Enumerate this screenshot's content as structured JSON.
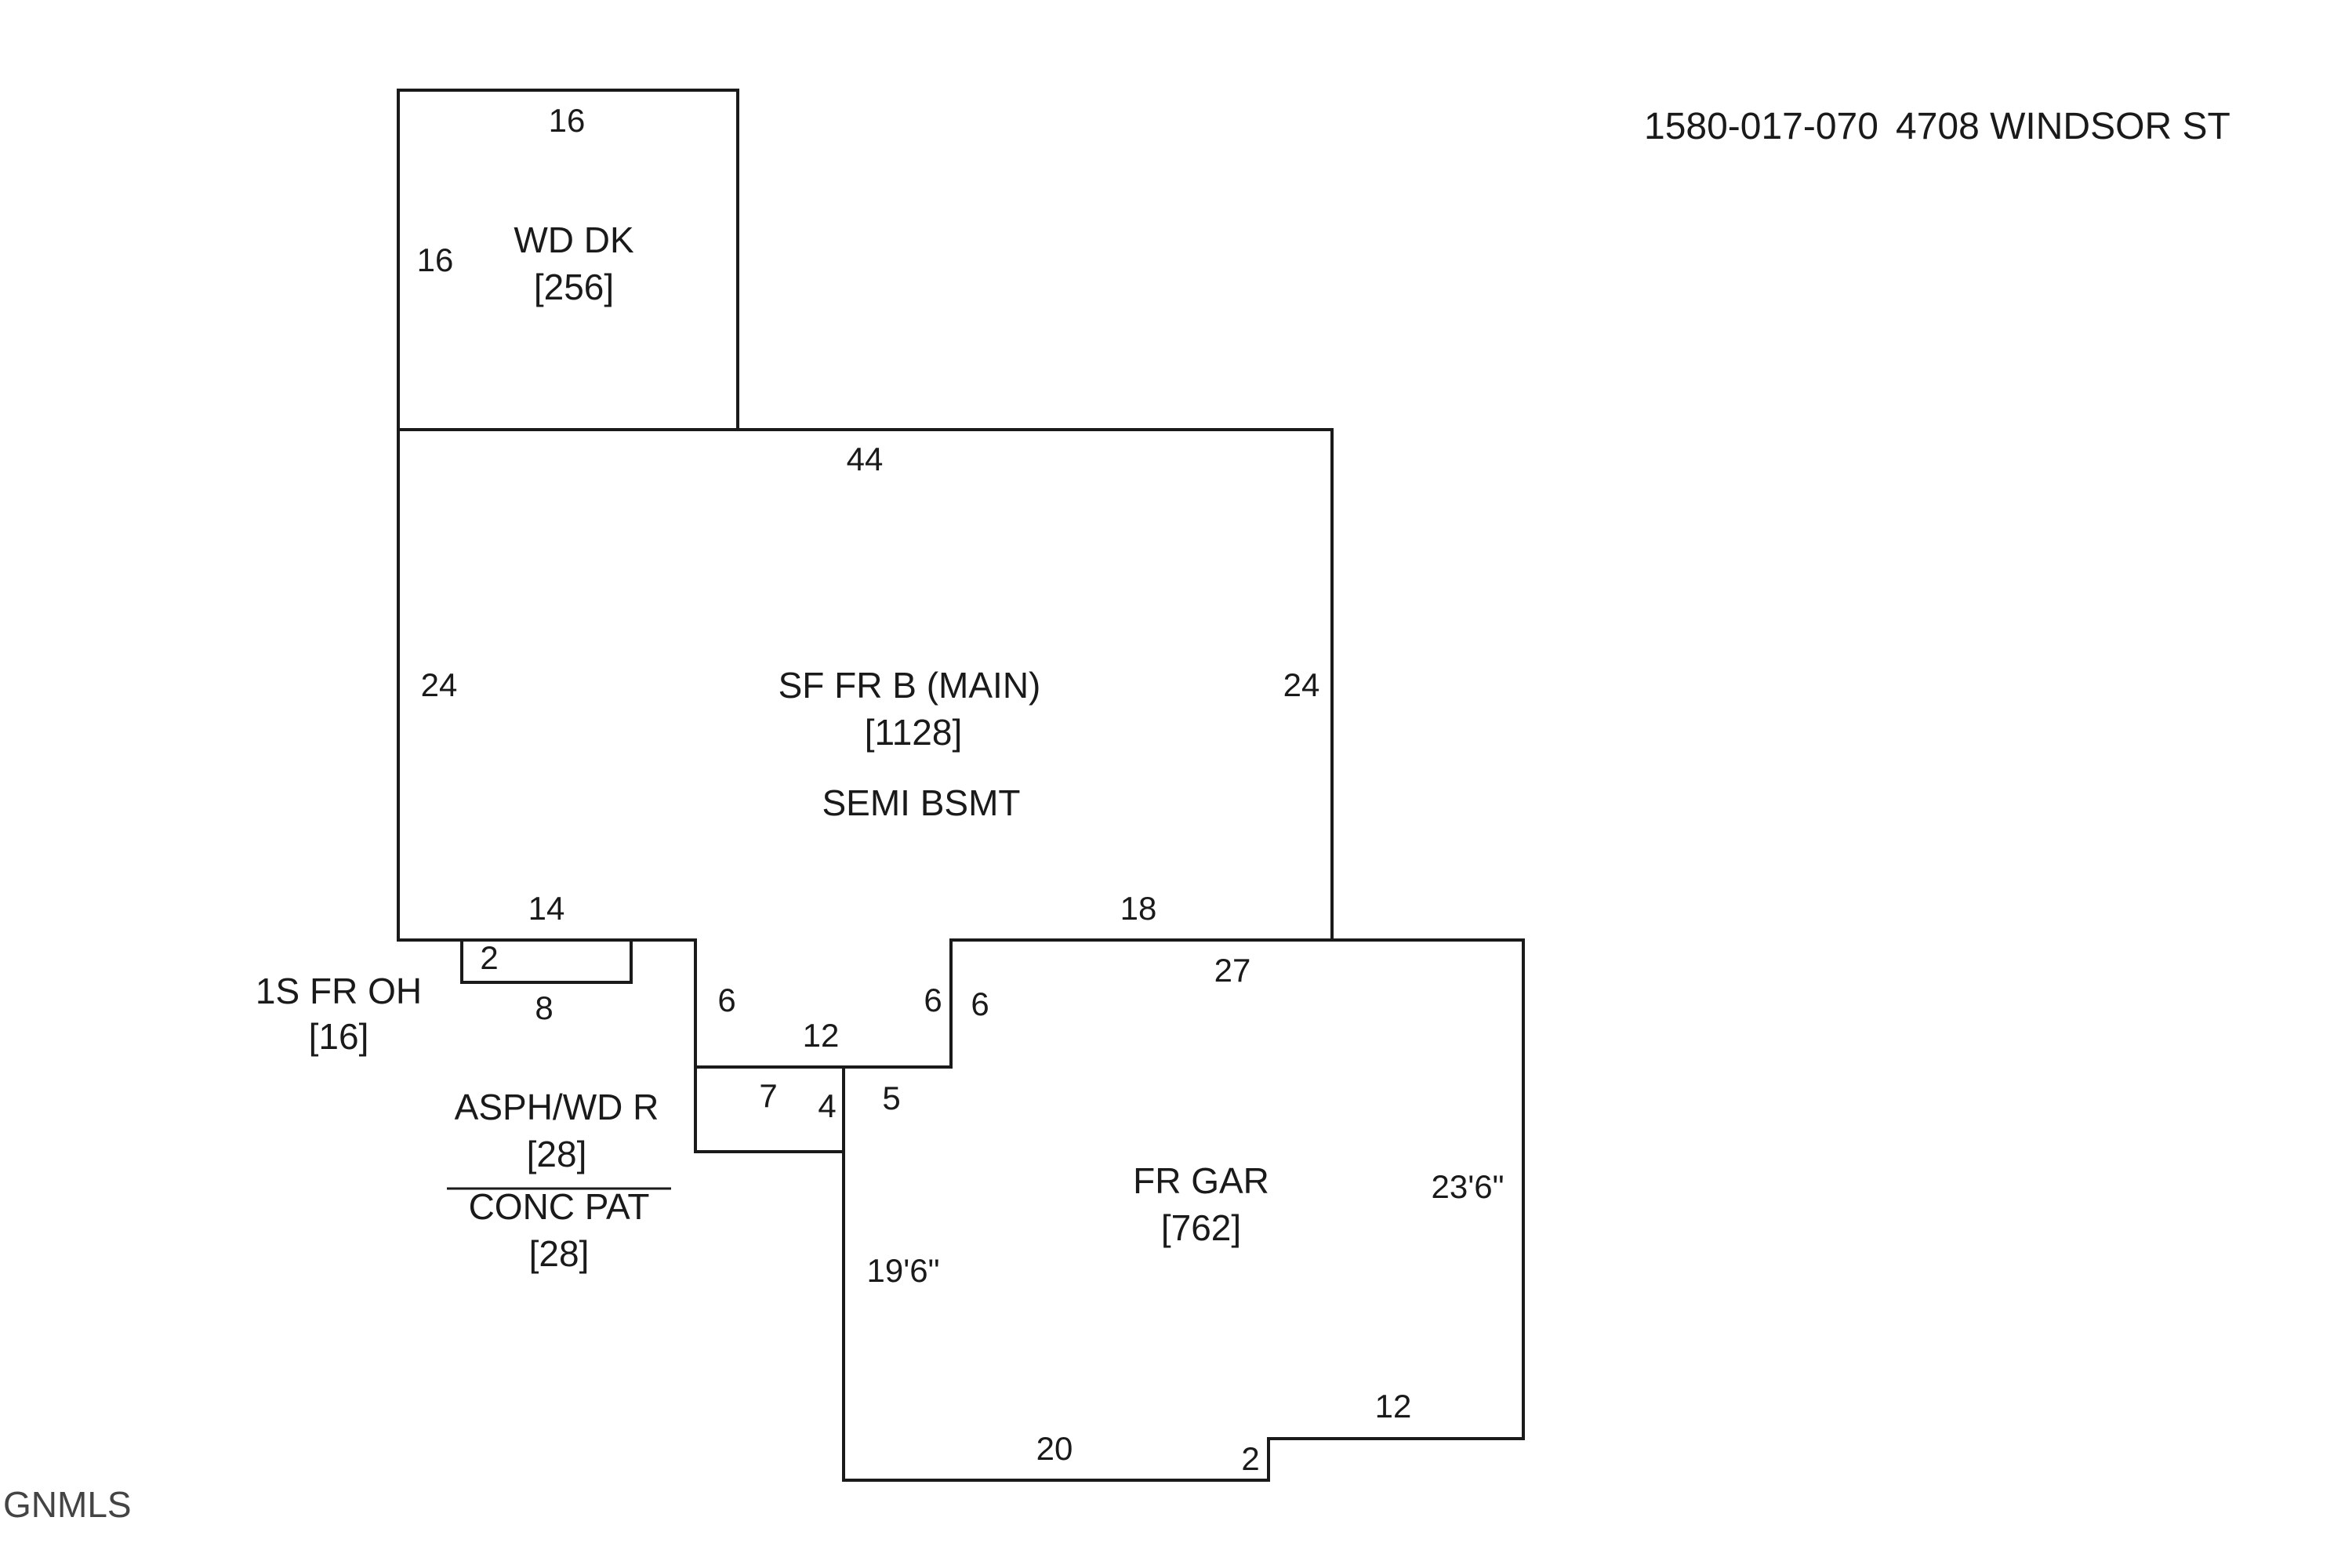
{
  "header": {
    "parcel_id": "1580-017-070",
    "address": "4708 WINDSOR ST"
  },
  "watermark": "GNMLS",
  "areas": {
    "wood_deck": {
      "name": "WD DK",
      "sqft": "[256]"
    },
    "main": {
      "name": "SF FR B (MAIN)",
      "sqft": "[1128]",
      "note": "SEMI BSMT"
    },
    "overhang": {
      "name": "1S FR OH",
      "sqft": "[16]"
    },
    "porch": {
      "name": "ASPH/WD R",
      "sqft": "[28]",
      "name2": "CONC PAT",
      "sqft2": "[28]"
    },
    "garage": {
      "name": "FR GAR",
      "sqft": "[762]"
    }
  },
  "dimensions": {
    "deck_top": "16",
    "deck_left": "16",
    "main_top": "44",
    "main_left": "24",
    "main_right": "24",
    "main_bottom_left": "14",
    "main_bottom_right": "18",
    "oh_height": "2",
    "oh_width": "8",
    "notch_left": "6",
    "notch_bottom": "12",
    "notch_right": "6",
    "garage_notch": "6",
    "porch_width": "7",
    "porch_height": "4",
    "garage_small": "5",
    "garage_top": "27",
    "garage_right": "23'6\"",
    "garage_left": "19'6\"",
    "garage_bottom": "20",
    "garage_jog": "2",
    "garage_bottom_right": "12"
  }
}
